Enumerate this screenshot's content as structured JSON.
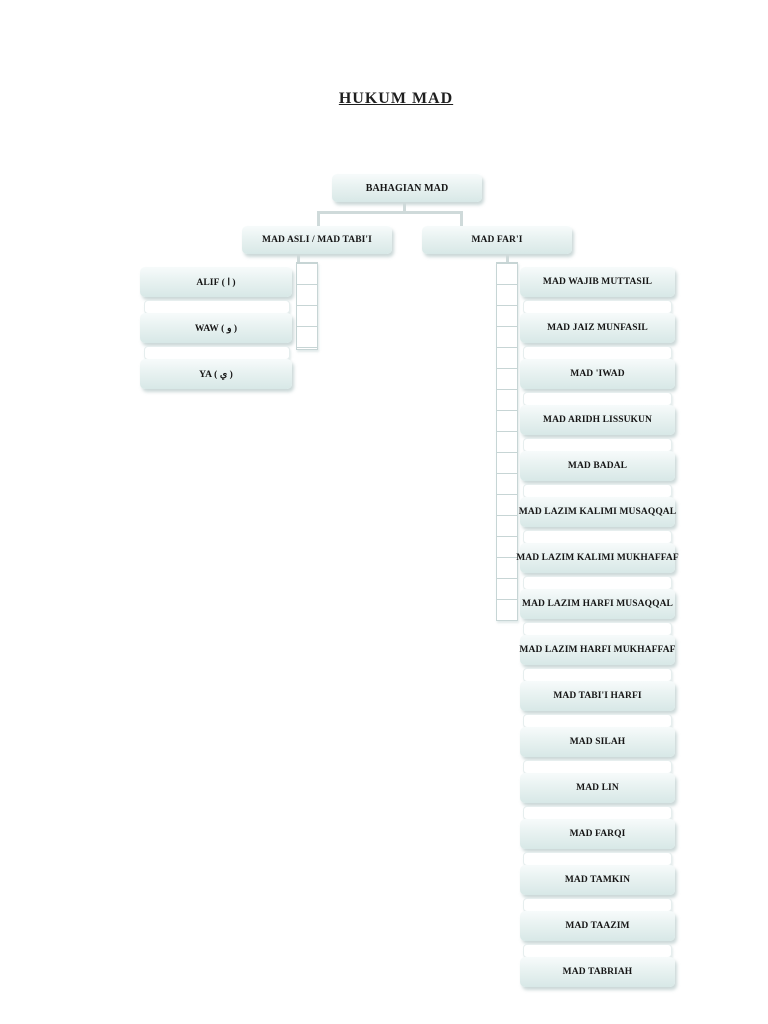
{
  "page_title": "HUKUM MAD",
  "diagram": {
    "root": "BAHAGIAN MAD",
    "left_branch": {
      "label": "MAD ASLI / MAD TABI'I",
      "items": [
        "ALIF ( ا )",
        "WAW ( و )",
        "YA ( ي )"
      ]
    },
    "right_branch": {
      "label": "MAD FAR'I",
      "items": [
        "MAD WAJIB MUTTASIL",
        "MAD JAIZ MUNFASIL",
        "MAD 'IWAD",
        "MAD ARIDH LISSUKUN",
        "MAD BADAL",
        "MAD LAZIM KALIMI MUSAQQAL",
        "MAD LAZIM KALIMI MUKHAFFAF",
        "MAD LAZIM HARFI MUSAQQAL",
        "MAD LAZIM HARFI MUKHAFFAF",
        "MAD TABI'I HARFI",
        "MAD SILAH",
        "MAD LIN",
        "MAD FARQI",
        "MAD TAMKIN",
        "MAD TAAZIM",
        "MAD TABRIAH"
      ]
    },
    "colors": {
      "box_fill_top": "#f7fbfb",
      "box_fill_bottom": "#d8e8e7",
      "connector": "#cfdada",
      "text": "#161616"
    }
  }
}
